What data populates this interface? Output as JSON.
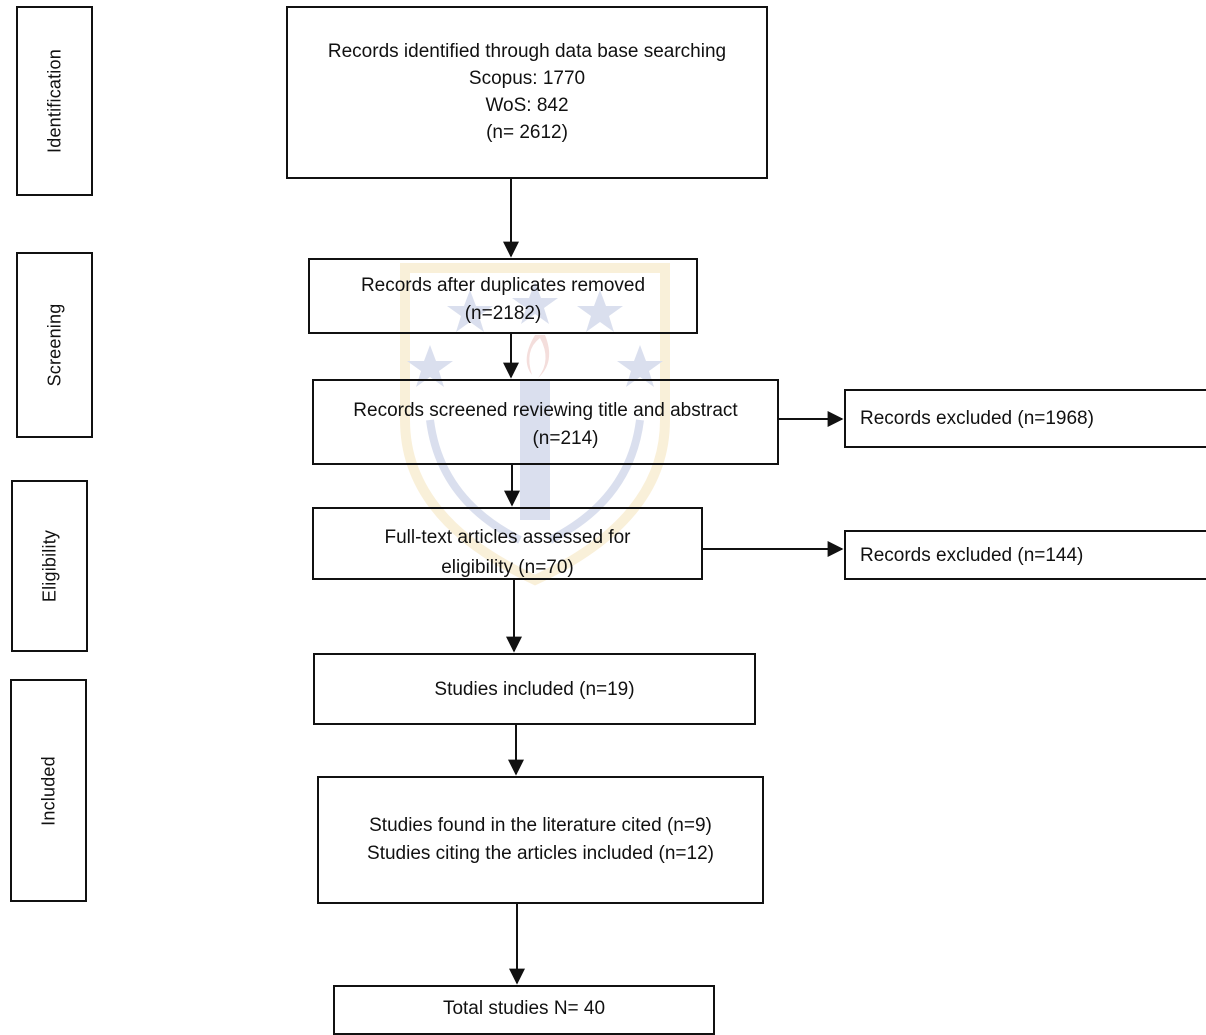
{
  "stages": [
    {
      "key": "identification",
      "label": "Identification"
    },
    {
      "key": "screening",
      "label": "Screening"
    },
    {
      "key": "eligibility",
      "label": "Eligibility"
    },
    {
      "key": "included",
      "label": "Included"
    }
  ],
  "boxes": {
    "identified": {
      "lines": [
        "Records identified through data base searching",
        "Scopus: 1770",
        "WoS: 842",
        "(n= 2612)"
      ]
    },
    "duplicates_removed": {
      "lines": [
        "Records after duplicates removed",
        "(n=2182)"
      ]
    },
    "screened": {
      "lines": [
        "Records screened reviewing title and abstract",
        "(n=214)"
      ]
    },
    "excluded_screening": {
      "lines": [
        "Records excluded (n=1968)"
      ]
    },
    "full_text": {
      "lines": [
        "Full-text articles assessed for",
        "eligibility (n=70)"
      ]
    },
    "excluded_eligibility": {
      "lines": [
        "Records excluded (n=144)"
      ]
    },
    "studies_included": {
      "lines": [
        "Studies included (n=19)"
      ]
    },
    "additional_studies": {
      "lines": [
        "Studies found in the literature cited (n=9)",
        "Studies citing the articles included (n=12)"
      ]
    },
    "total": {
      "lines": [
        "Total studies N= 40"
      ]
    }
  },
  "colors": {
    "stroke": "#111111",
    "watermark_blue": "#1f3d99",
    "watermark_gold": "#e0a41c",
    "watermark_red": "#c0392b"
  }
}
